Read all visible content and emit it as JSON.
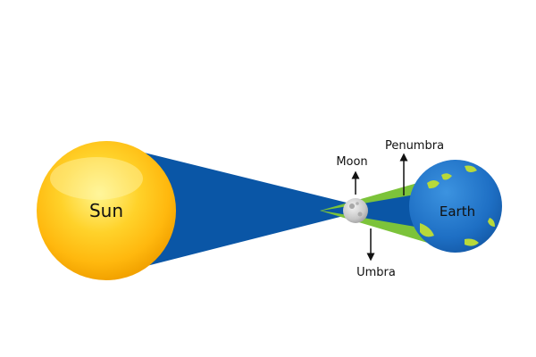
{
  "diagram": {
    "labels": {
      "sun": "Sun",
      "earth": "Earth",
      "moon": "Moon",
      "penumbra": "Penumbra",
      "umbra": "Umbra"
    },
    "colors": {
      "sun_core": "#FFF06A",
      "sun_mid": "#FFC41A",
      "sun_edge": "#F2A200",
      "shadow_cone": "#0A56A6",
      "penumbra": "#7CC33A",
      "earth_ocean": "#1E73C8",
      "earth_land": "#B8D93A",
      "moon": "#C8C8C8"
    }
  }
}
